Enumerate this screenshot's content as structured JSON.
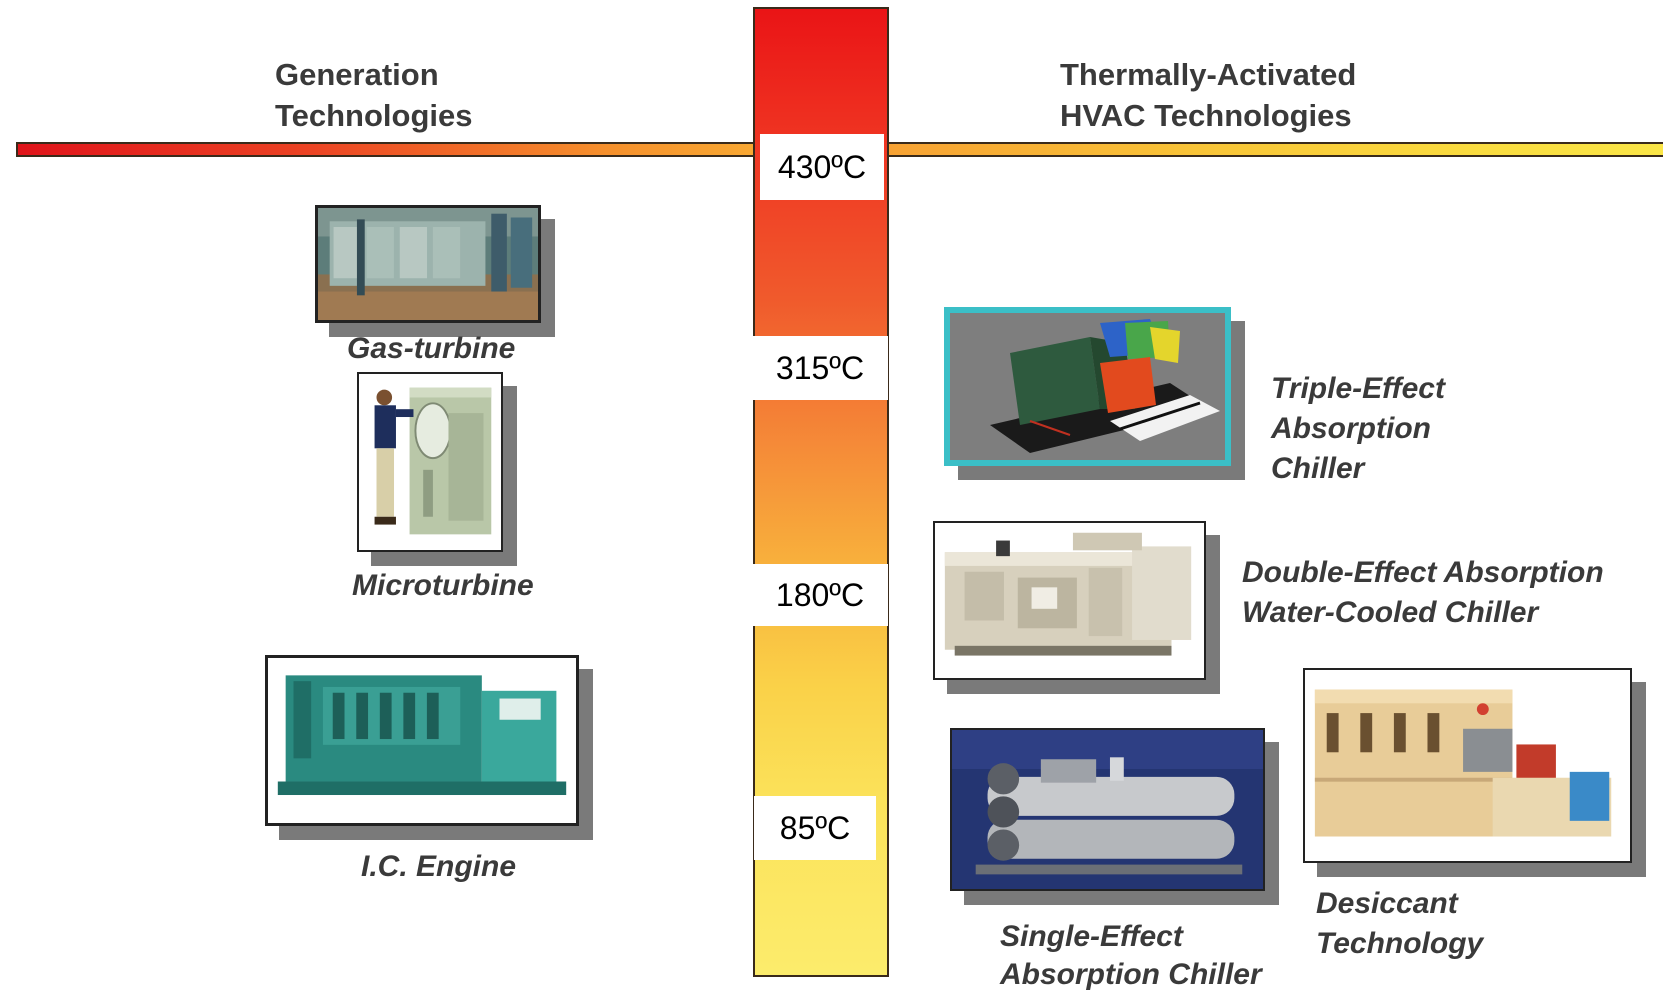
{
  "headings": {
    "generation": [
      "Generation",
      "Technologies"
    ],
    "thermally_activated": [
      "Thermally-Activated",
      "HVAC Technologies"
    ]
  },
  "temperatures": [
    "430ºC",
    "315ºC",
    "180ºC",
    "85ºC"
  ],
  "generation_technologies": [
    {
      "caption": [
        "Gas-turbine"
      ]
    },
    {
      "caption": [
        "Microturbine"
      ]
    },
    {
      "caption": [
        "I.C. Engine"
      ]
    }
  ],
  "hvac_technologies": [
    {
      "caption": [
        "Triple-Effect",
        "Absorption",
        "Chiller"
      ]
    },
    {
      "caption": [
        "Double-Effect Absorption",
        "Water-Cooled Chiller"
      ]
    },
    {
      "caption": [
        "Single-Effect",
        "Absorption Chiller"
      ]
    },
    {
      "caption": [
        "Desiccant",
        "Technology"
      ]
    }
  ],
  "colors": {
    "hot": "#e0141a",
    "warm": "#f6902c",
    "cool": "#fbe647",
    "text": "#3a3a3a",
    "photo_shadow": "#7a7a7a",
    "triple_frame": "#3bbfc7"
  }
}
